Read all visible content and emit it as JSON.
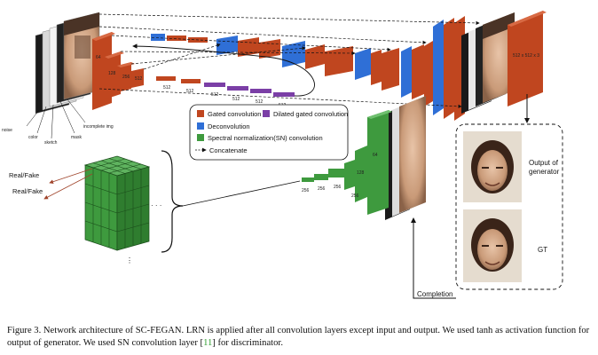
{
  "diagram": {
    "input_labels": [
      "noise",
      "color",
      "sketch",
      "mask",
      "incomplete img"
    ],
    "channel_labels_generator": [
      "64",
      "128",
      "256",
      "512",
      "512",
      "512",
      "512",
      "512",
      "512",
      "512"
    ],
    "output_size_label": "512 x 512 x 3",
    "legend": {
      "gated_conv": "Gated convolution",
      "dilated_gated_conv": "Dilated gated convolution",
      "deconv": "Deconvolution",
      "sn_conv": "Spectral normalization(SN) convolution",
      "concatenate": "Concatenate"
    },
    "discriminator_labels": [
      "256",
      "256",
      "256",
      "256",
      "128",
      "64"
    ],
    "real_fake_1": "Real/Fake",
    "real_fake_2": "Real/Fake",
    "ellipsis_h": "· · ·",
    "ellipsis_v": "⋮",
    "output_label_1": "Output of",
    "output_label_2": "generator",
    "gt_label": "GT",
    "completion_label": "Completion"
  },
  "caption": {
    "part1": "Figure 3. Network architecture of SC-FEGAN. LRN is applied after all convolution layers except input and output.  We used tanh as activation function for output of generator. We used SN convolution layer [",
    "ref": "11",
    "part2": "] for discriminator."
  },
  "colors": {
    "gated": "#c0461f",
    "dilated": "#7b3fa6",
    "deconv": "#2f6fd6",
    "sn": "#3e9a3e"
  }
}
